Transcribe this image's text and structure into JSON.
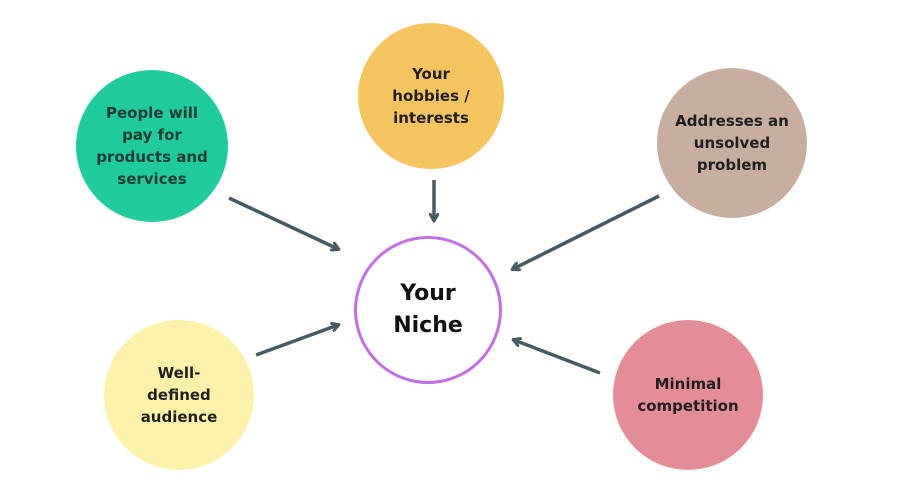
{
  "diagram": {
    "center": {
      "lines": [
        "Your",
        "Niche"
      ]
    },
    "nodes": {
      "pay": {
        "lines": [
          "People will",
          "pay for",
          "products and",
          "services"
        ]
      },
      "hobbies": {
        "lines": [
          "Your",
          "hobbies /",
          "interests"
        ]
      },
      "problem": {
        "lines": [
          "Addresses an",
          "unsolved",
          "problem"
        ]
      },
      "audience": {
        "lines": [
          "Well-",
          "defined",
          "audience"
        ]
      },
      "competition": {
        "lines": [
          "Minimal",
          "competition"
        ]
      }
    },
    "colors": {
      "pay": "#20cc9d",
      "hobbies": "#f5c45f",
      "problem": "#c7ae9f",
      "audience": "#fcf1a9",
      "competition": "#e58d97",
      "center_border": "#c46ee6",
      "arrow": "#465a62"
    }
  }
}
